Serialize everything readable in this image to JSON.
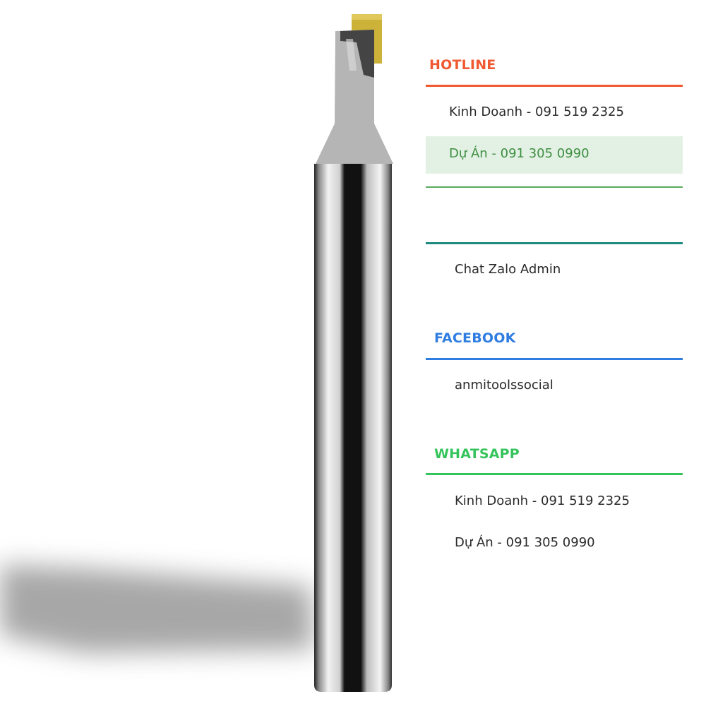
{
  "hotline": {
    "title": "HOTLINE",
    "items": [
      {
        "label": "Kinh Doanh - 091 519 2325"
      },
      {
        "label": "Dự Án - 091 305 0990"
      }
    ]
  },
  "zalo": {
    "label": "Chat Zalo Admin"
  },
  "facebook": {
    "title": "FACEBOOK",
    "items": [
      {
        "label": "anmitoolssocial"
      }
    ]
  },
  "whatsapp": {
    "title": "WHATSAPP",
    "items": [
      {
        "label": "Kinh Doanh - 091 519 2325"
      },
      {
        "label": "Dự Án - 091 305 0990"
      }
    ]
  },
  "colors": {
    "hotline": "#f05a32",
    "highlight_text": "#3e8e41",
    "highlight_bg": "#e3f1e4",
    "zalo_rule": "#1f8a80",
    "facebook": "#2f7de1",
    "whatsapp": "#35c45c"
  }
}
